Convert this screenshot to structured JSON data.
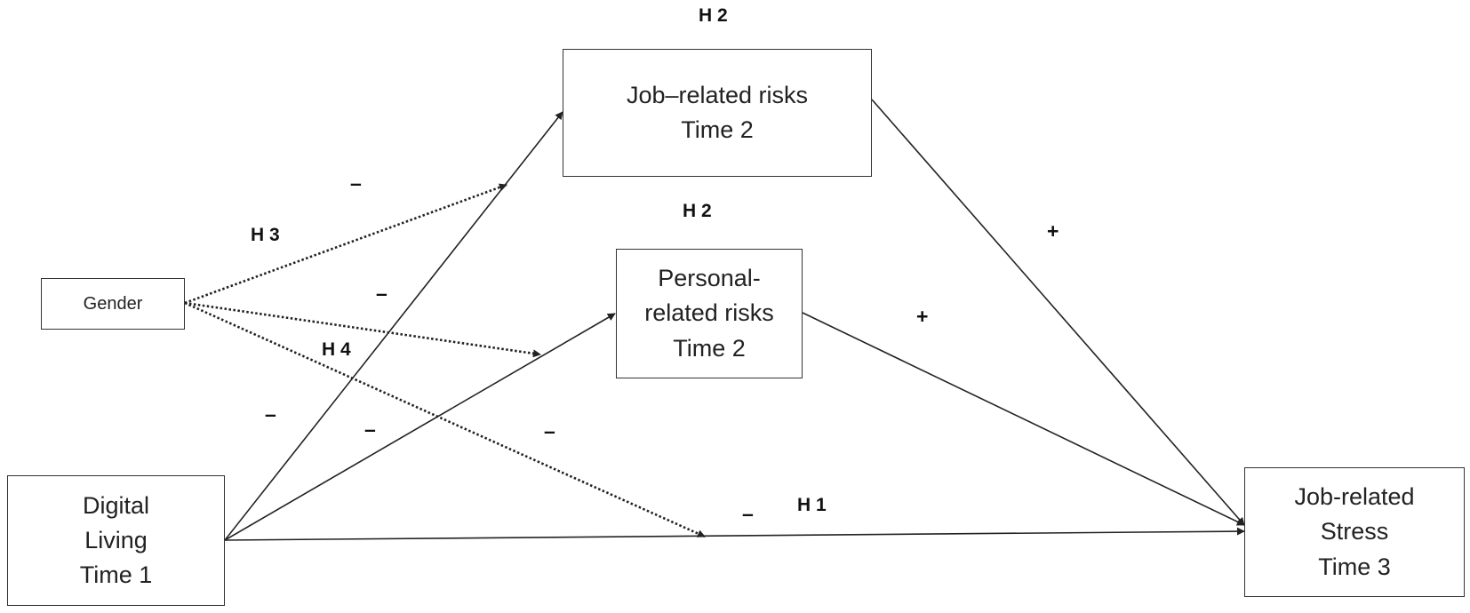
{
  "nodes": {
    "job_related_risks": "Job–related risks\nTime 2",
    "personal_related_risks": "Personal-\nrelated risks\nTime 2",
    "gender": "Gender",
    "digital_living": "Digital\nLiving\nTime 1",
    "job_related_stress": "Job-related\nStress\nTime 3"
  },
  "hypotheses": {
    "h2_top": "H 2",
    "h2_middle": "H 2",
    "h3": "H 3",
    "h4": "H 4",
    "h1": "H 1"
  },
  "signs": {
    "gender_to_job_risks": "–",
    "gender_to_personal_risks": "–",
    "gender_to_main_path": "–",
    "digital_to_job_risks": "–",
    "digital_to_personal_risks": "–",
    "digital_to_stress": "–",
    "job_risks_to_stress": "+",
    "personal_risks_to_stress": "+"
  },
  "colors": {
    "line": "#222222",
    "box_border": "#333333",
    "background": "#ffffff"
  }
}
